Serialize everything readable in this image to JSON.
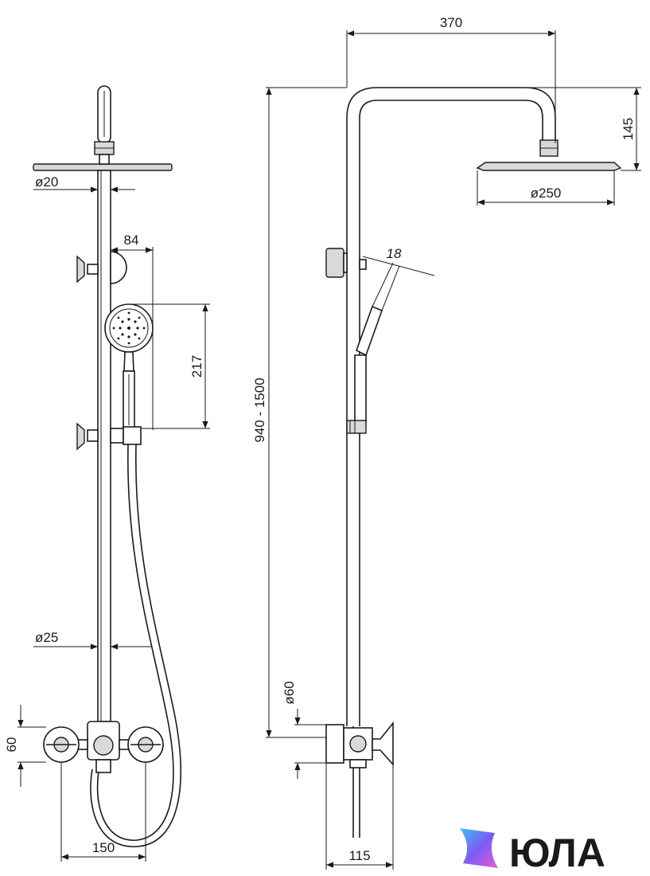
{
  "dimensions": {
    "arm_width": "370",
    "arm_height": "145",
    "head_diameter": "ø250",
    "pipe_top_diameter": "ø20",
    "slider_offset": "84",
    "hand_shower_length": "217",
    "total_height": "940 - 1500",
    "hand_shower_angle": "18",
    "pipe_bottom_diameter": "ø25",
    "mixer_diameter": "ø60",
    "mixer_height": "60",
    "inlet_spacing": "150",
    "wall_offset": "115"
  },
  "brand": {
    "name": "ЮЛА",
    "logo_colors": [
      "#3cc4f0",
      "#7a5cf5",
      "#e85ad8"
    ]
  }
}
